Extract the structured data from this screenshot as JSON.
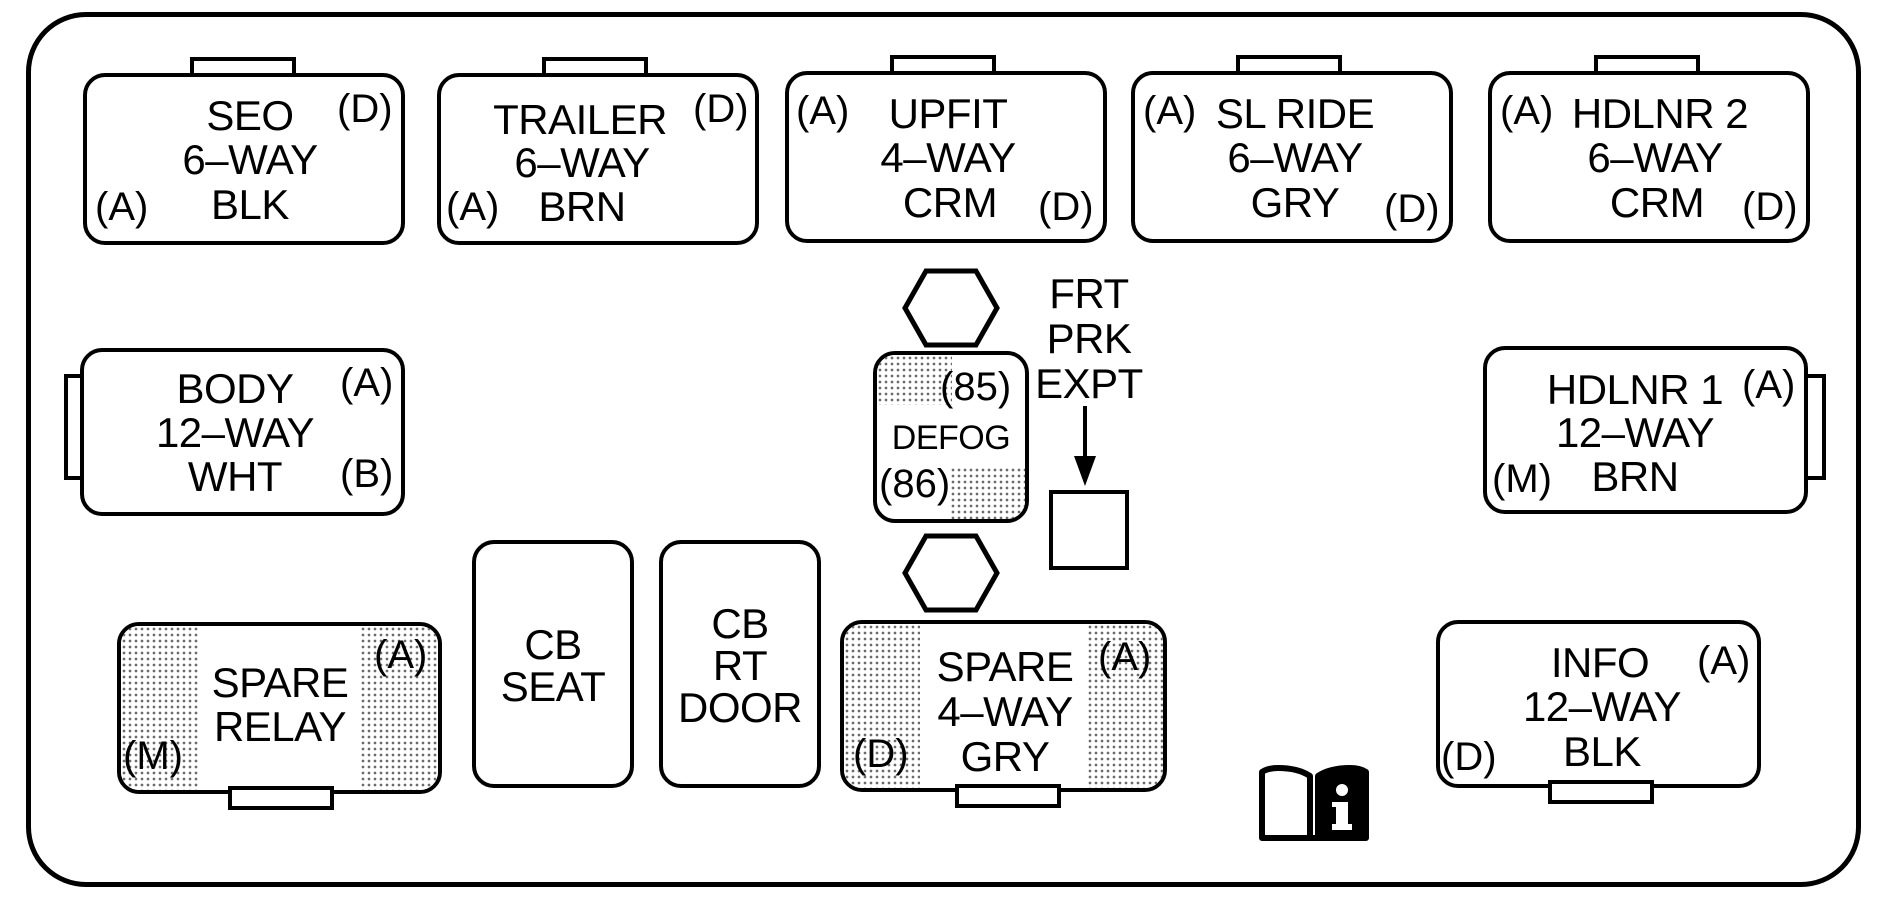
{
  "connectors": {
    "seo": {
      "name": "SEO",
      "ways": "6–WAY",
      "color": "BLK",
      "pin_first": "(A)",
      "pin_last": "(D)"
    },
    "trailer": {
      "name": "TRAILER",
      "ways": "6–WAY",
      "color": "BRN",
      "pin_first": "(A)",
      "pin_last": "(D)"
    },
    "upfit": {
      "name": "UPFIT",
      "ways": "4–WAY",
      "color": "CRM",
      "pin_first": "(A)",
      "pin_last": "(D)"
    },
    "sl_ride": {
      "name": "SL RIDE",
      "ways": "6–WAY",
      "color": "GRY",
      "pin_first": "(A)",
      "pin_last": "(D)"
    },
    "hdlnr2": {
      "name": "HDLNR 2",
      "ways": "6–WAY",
      "color": "CRM",
      "pin_first": "(A)",
      "pin_last": "(D)"
    },
    "body": {
      "name": "BODY",
      "ways": "12–WAY",
      "color": "WHT",
      "pin_first": "(A)",
      "pin_last": "(B)"
    },
    "hdlnr1": {
      "name": "HDLNR 1",
      "ways": "12–WAY",
      "color": "BRN",
      "pin_first": "(A)",
      "pin_last": "(M)"
    },
    "info": {
      "name": "INFO",
      "ways": "12–WAY",
      "color": "BLK",
      "pin_first": "(A)",
      "pin_last": "(D)"
    },
    "spare_4way": {
      "name": "SPARE",
      "ways": "4–WAY",
      "color": "GRY",
      "pin_first": "(A)",
      "pin_last": "(D)"
    },
    "spare_relay": {
      "line1": "SPARE",
      "line2": "RELAY",
      "pin_first": "(A)",
      "pin_last": "(M)"
    }
  },
  "relay_defog": {
    "label": "DEFOG",
    "pin_top": "(85)",
    "pin_bottom": "(86)"
  },
  "circuit_breakers": {
    "cb_seat": {
      "line1": "CB",
      "line2": "SEAT"
    },
    "cb_rt_door": {
      "line1": "CB",
      "line2": "RT",
      "line3": "DOOR"
    }
  },
  "frt_prk_expt": {
    "line1": "FRT",
    "line2": "PRK",
    "line3": "EXPT"
  },
  "icons": {
    "manual": "owner-manual-info-icon",
    "fastener": "hexagon-nut-icon"
  }
}
